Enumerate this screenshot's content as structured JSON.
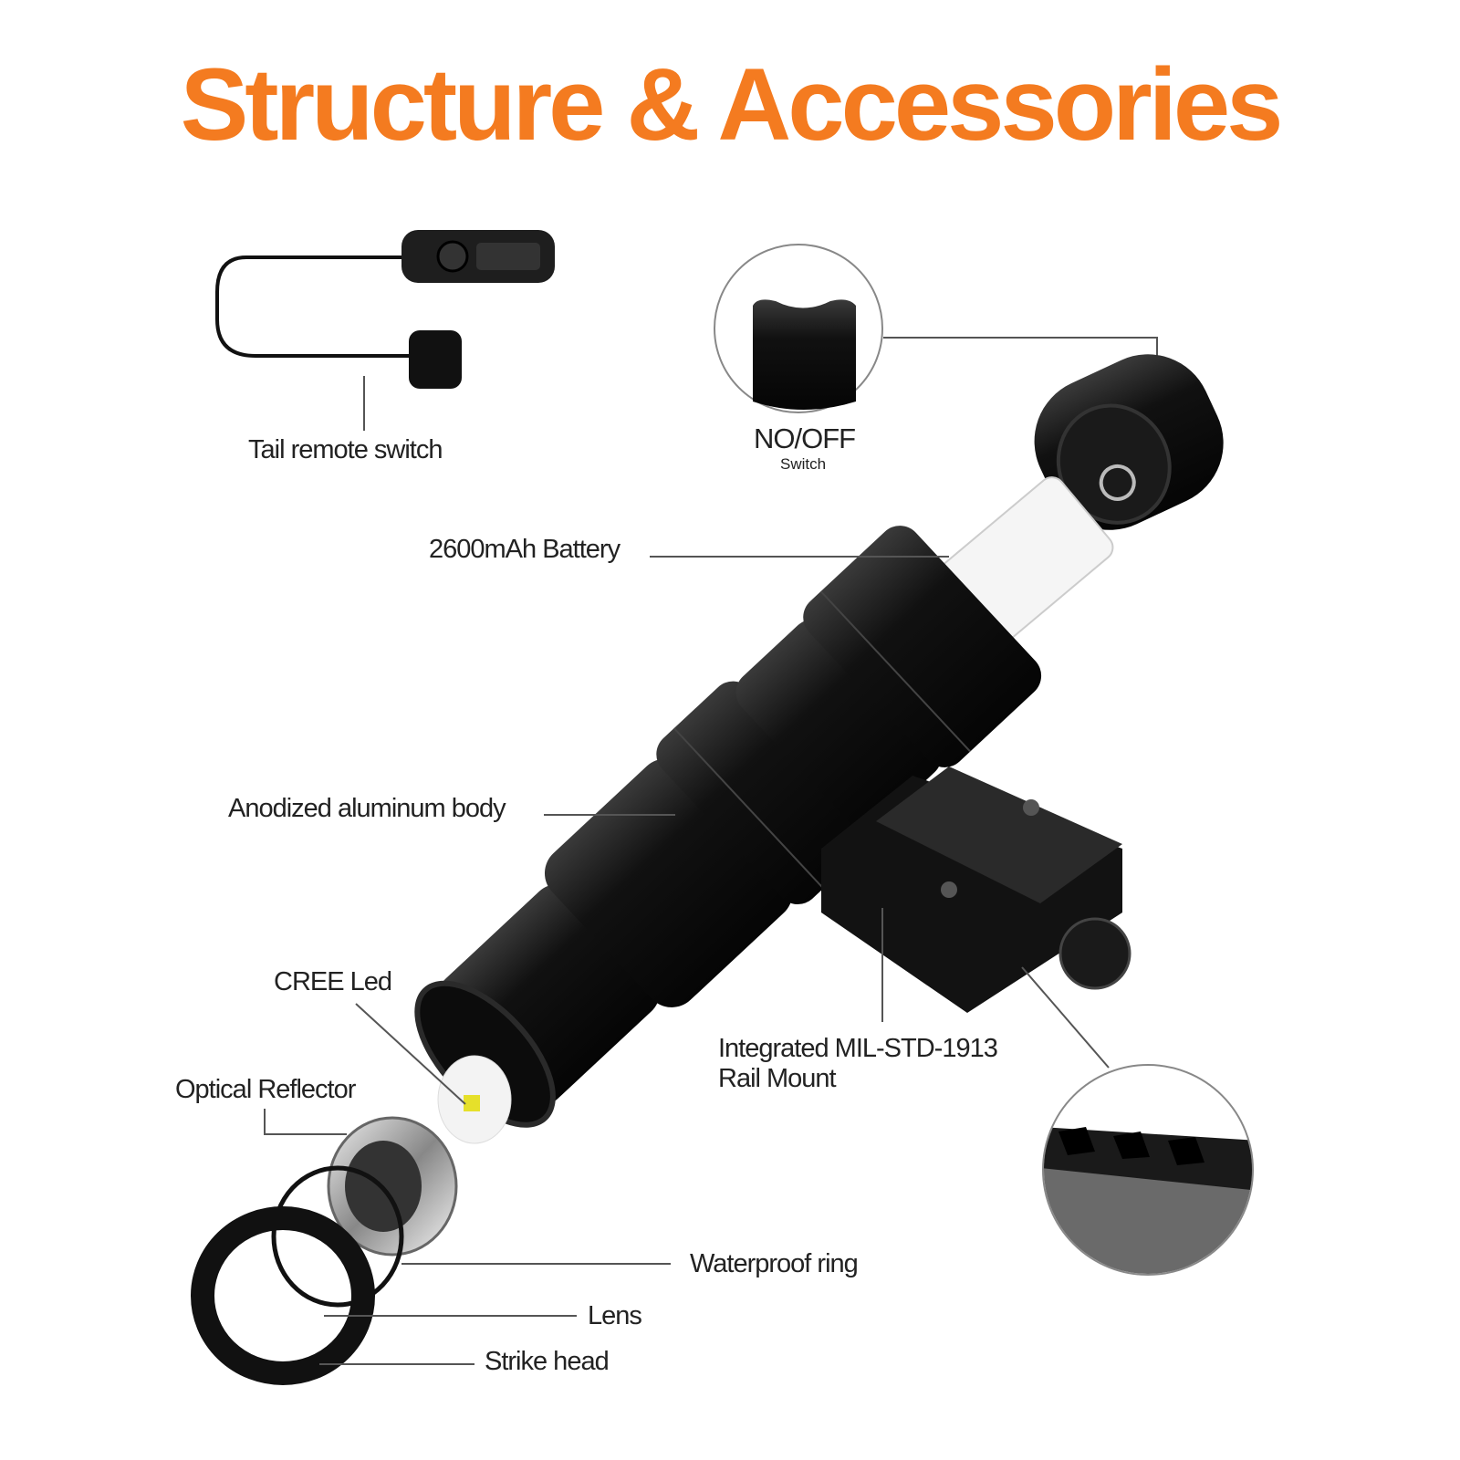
{
  "title": "Structure & Accessories",
  "labels": {
    "tail_remote_switch": "Tail remote switch",
    "switch_main": "NO/OFF",
    "switch_sub": "Switch",
    "battery": "2600mAh Battery",
    "body": "Anodized aluminum body",
    "led": "CREE Led",
    "reflector": "Optical Reflector",
    "rail_line1": "Integrated MIL-STD-1913",
    "rail_line2": "Rail Mount",
    "waterproof_ring": "Waterproof ring",
    "lens": "Lens",
    "strike_head": "Strike head"
  },
  "colors": {
    "accent": "#F47B20",
    "product": "#141414",
    "line": "#555555"
  }
}
